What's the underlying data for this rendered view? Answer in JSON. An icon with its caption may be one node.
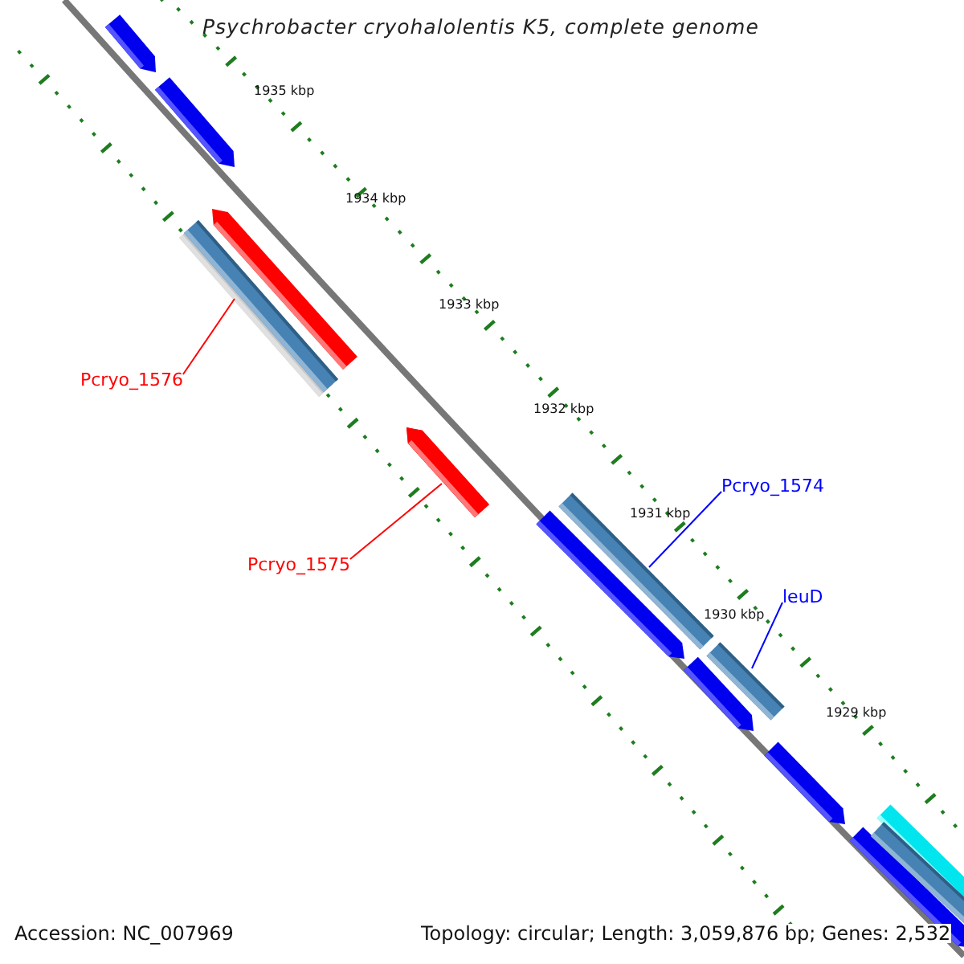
{
  "diagram": {
    "title": "Psychrobacter cryohalolentis K5, complete genome",
    "nodes": [
      {
        "text": [
          "Pcryo_1576"
        ]
      },
      {
        "text": [],
        "shape": "bar"
      },
      {
        "text": [
          "Pcryo_1575"
        ]
      },
      {
        "text": [],
        "shape": "bar"
      },
      {
        "text": [
          "Pcryo_1574"
        ]
      },
      {
        "text": [],
        "shape": "bar"
      },
      {
        "text": [
          "leuD"
        ]
      },
      {
        "text": [],
        "shape": "bar"
      }
    ],
    "edges": [
      {
        "from": 0,
        "to": 1,
        "arrow": "none",
        "color": "#ff0000"
      },
      {
        "from": 2,
        "to": 3,
        "arrow": "none",
        "color": "#ff0000"
      },
      {
        "from": 4,
        "to": 5,
        "arrow": "none",
        "color": "#0000ff"
      },
      {
        "from": 6,
        "to": 7,
        "arrow": "none",
        "color": "#0000ff"
      }
    ],
    "labels": [
      "1935 kbp",
      "1934 kbp",
      "1933 kbp",
      "1932 kbp",
      "1931 kbp",
      "1930 kbp",
      "1929 kbp",
      "Accession: NC_007969",
      "Topology: circular; Length: 3,059,876 bp; Genes: 2,532"
    ]
  }
}
